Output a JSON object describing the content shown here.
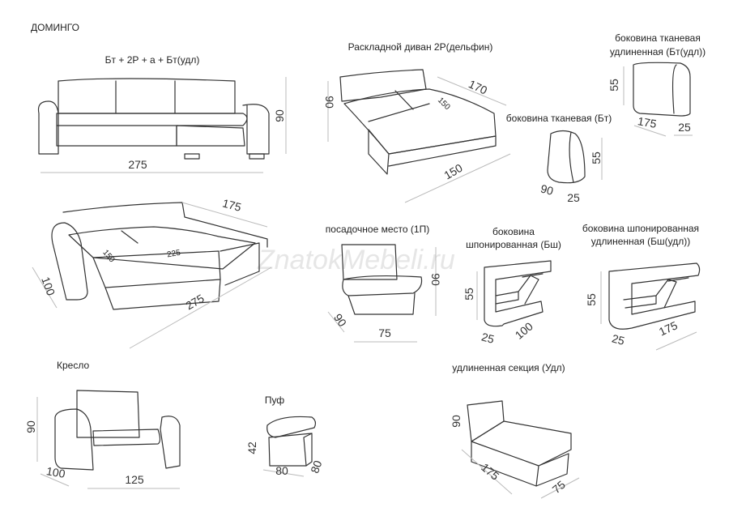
{
  "title": "ДОМИНГО",
  "watermark": "ZnatokMebeli.ru",
  "items": {
    "corner_front": {
      "label": "Бт + 2Р + а + Бт(удл)",
      "height": "90",
      "width": "275"
    },
    "dolphin": {
      "label": "Раскладной диван 2Р(дельфин)",
      "height": "90",
      "depth": "170",
      "bed": "150",
      "width": "150"
    },
    "side_fabric_long": {
      "label_line1": "боковина тканевая",
      "label_line2": "удлиненная  (Бт(удл))",
      "height": "55",
      "length": "175",
      "width": "25"
    },
    "side_fabric": {
      "label": "боковина тканевая (Бт)",
      "height": "55",
      "depth": "90",
      "width": "25"
    },
    "corner_open": {
      "depth": "175",
      "bed_width": "150",
      "bed_length": "225",
      "side": "100",
      "width": "275"
    },
    "seat": {
      "label": "посадочное место (1П)",
      "height": "90",
      "depth": "90",
      "width": "75"
    },
    "side_veneer": {
      "label_line1": "боковина",
      "label_line2": "шпонированная (Бш)",
      "height": "55",
      "width": "25",
      "depth": "100"
    },
    "side_veneer_long": {
      "label_line1": "боковина шпонированная",
      "label_line2": "удлиненная  (Бш(удл))",
      "height": "55",
      "width": "25",
      "depth": "175"
    },
    "armchair": {
      "label": "Кресло",
      "height": "90",
      "depth": "100",
      "width": "125"
    },
    "pouf": {
      "label": "Пуф",
      "height": "42",
      "width": "80",
      "depth": "80"
    },
    "chaise": {
      "label": "удлиненная секция (Удл)",
      "height": "90",
      "length": "175",
      "width": "75"
    }
  }
}
